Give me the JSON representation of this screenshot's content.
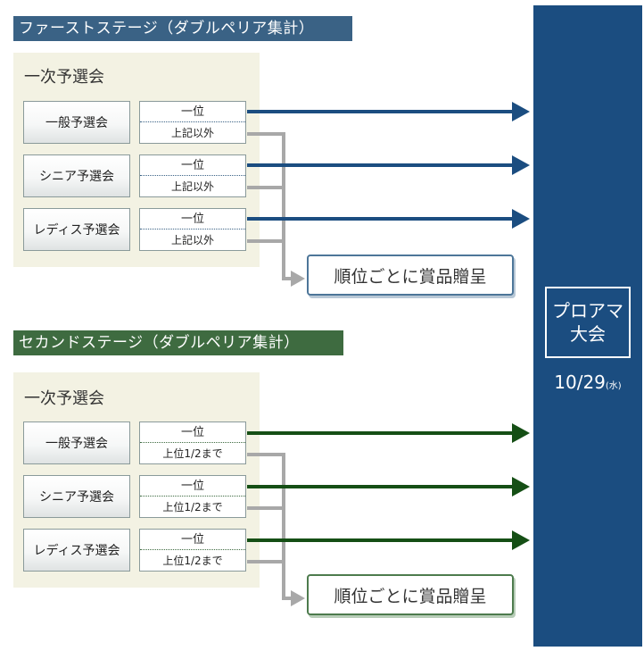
{
  "colors": {
    "blue": "#1b4d80",
    "green": "#154f15",
    "gray": "#a8a8a8"
  },
  "first_stage": {
    "title": "ファーストステージ（ダブルペリア集計）",
    "panel_title": "一次予選会",
    "rows": [
      {
        "qualifier": "一般予選会",
        "rank_top": "一位",
        "rank_bottom": "上記以外"
      },
      {
        "qualifier": "シニア予選会",
        "rank_top": "一位",
        "rank_bottom": "上記以外"
      },
      {
        "qualifier": "レディス予選会",
        "rank_top": "一位",
        "rank_bottom": "上記以外"
      }
    ],
    "prize": "順位ごとに賞品贈呈"
  },
  "second_stage": {
    "title": "セカンドステージ（ダブルペリア集計）",
    "panel_title": "一次予選会",
    "rows": [
      {
        "qualifier": "一般予選会",
        "rank_top": "一位",
        "rank_bottom": "上位1/2まで"
      },
      {
        "qualifier": "シニア予選会",
        "rank_top": "一位",
        "rank_bottom": "上位1/2まで"
      },
      {
        "qualifier": "レディス予選会",
        "rank_top": "一位",
        "rank_bottom": "上位1/2まで"
      }
    ],
    "prize": "順位ごとに賞品贈呈"
  },
  "final": {
    "label_line1": "プロアマ",
    "label_line2": "大会",
    "date": "10/29",
    "weekday": "(水)"
  }
}
